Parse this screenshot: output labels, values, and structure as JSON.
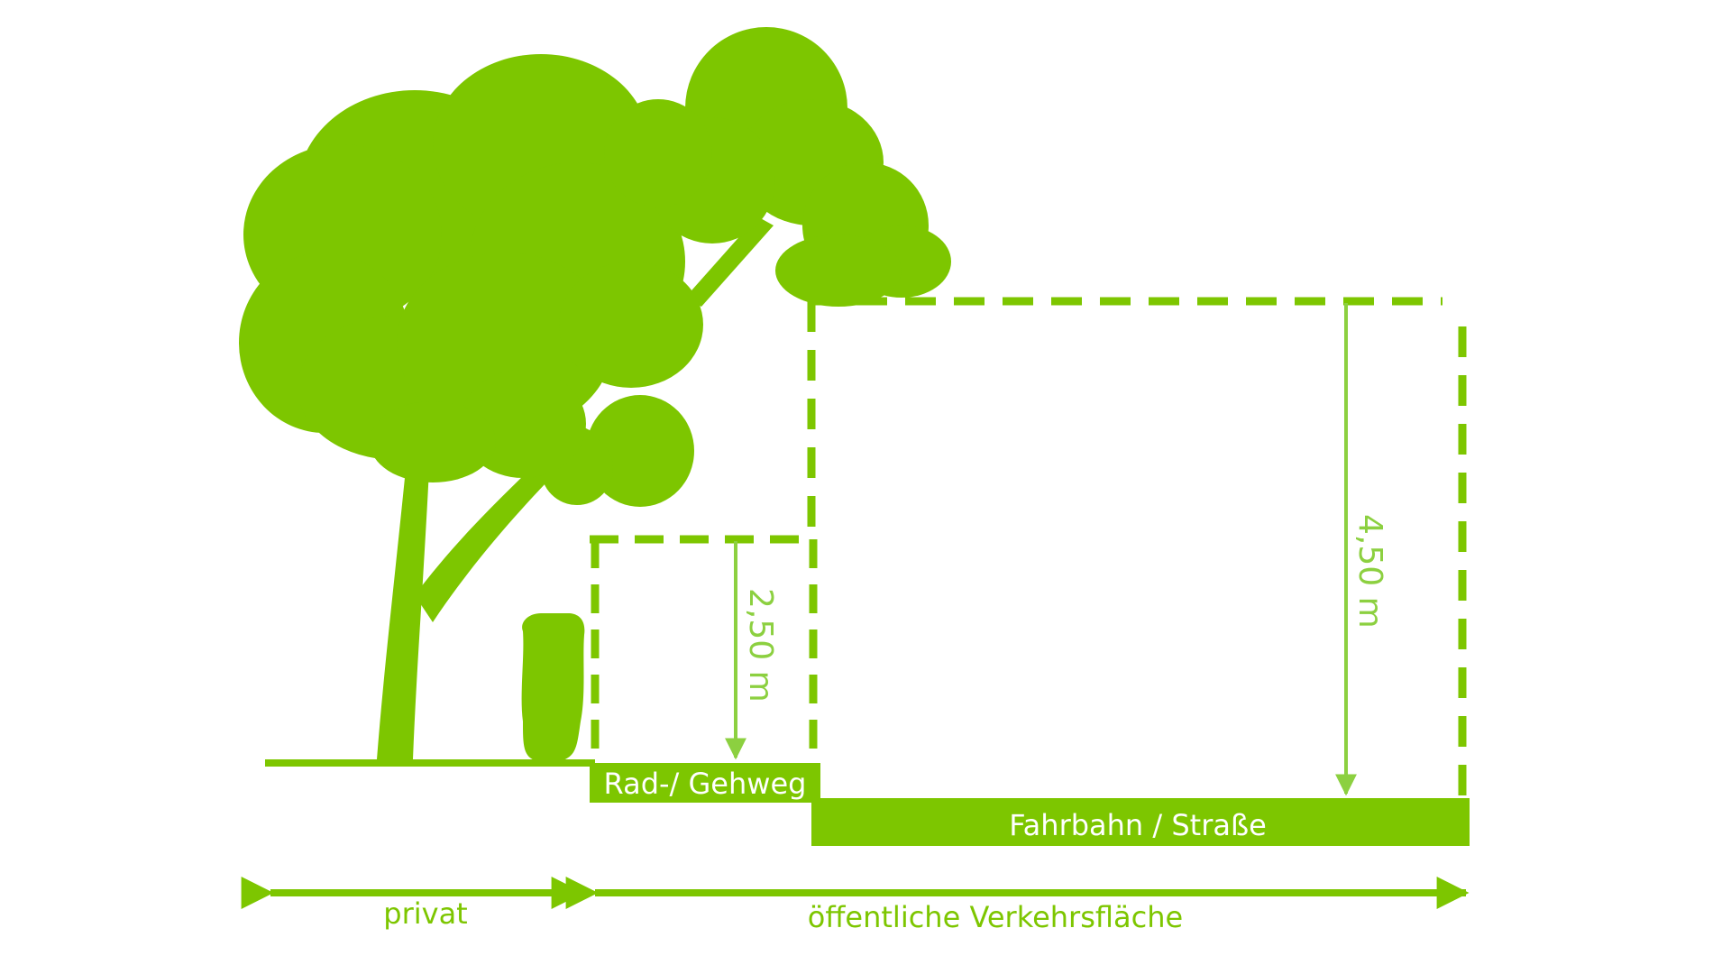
{
  "colors": {
    "accent": "#7dc600",
    "dim_line": "#8cd040",
    "label_text_on_fill": "#ffffff"
  },
  "surfaces": {
    "sidewalk_label": "Rad-/ Gehweg",
    "road_label": "Fahrbahn / Straße"
  },
  "clearances": {
    "sidewalk_height": "2,50 m",
    "road_height": "4,50 m"
  },
  "zones": {
    "private_label": "privat",
    "public_label": "öffentliche Verkehrsfläche"
  },
  "icons": {
    "tree": "tree-icon",
    "shrub": "shrub-icon"
  }
}
